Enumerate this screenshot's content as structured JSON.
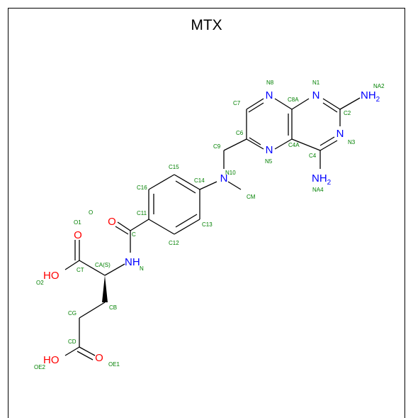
{
  "title": "MTX",
  "colors": {
    "nitrogen": "#0000ff",
    "oxygen": "#ff0000",
    "carbon_bond": "#000000",
    "atom_label": "#008000"
  },
  "atoms": [
    {
      "symbol": "N",
      "label": "N8"
    },
    {
      "symbol": "N",
      "label": "N1"
    },
    {
      "symbol": "NH2",
      "label": "NA2"
    },
    {
      "symbol": "",
      "label": "C7"
    },
    {
      "symbol": "",
      "label": "C8A"
    },
    {
      "symbol": "",
      "label": "C2"
    },
    {
      "symbol": "",
      "label": "C6"
    },
    {
      "symbol": "N",
      "label": "N3"
    },
    {
      "symbol": "",
      "label": "C9"
    },
    {
      "symbol": "N",
      "label": "N5"
    },
    {
      "symbol": "",
      "label": "C4A"
    },
    {
      "symbol": "",
      "label": "C4"
    },
    {
      "symbol": "",
      "label": "C15"
    },
    {
      "symbol": "N",
      "label": "N10"
    },
    {
      "symbol": "NH2",
      "label": "NA4"
    },
    {
      "symbol": "",
      "label": "C16"
    },
    {
      "symbol": "",
      "label": "C14"
    },
    {
      "symbol": "",
      "label": "CM"
    },
    {
      "symbol": "O",
      "label": "O"
    },
    {
      "symbol": "",
      "label": "C11"
    },
    {
      "symbol": "",
      "label": "C13"
    },
    {
      "symbol": "",
      "label": "C"
    },
    {
      "symbol": "",
      "label": "C12"
    },
    {
      "symbol": "O",
      "label": "O1"
    },
    {
      "symbol": "NH",
      "label": "N"
    },
    {
      "symbol": "",
      "label": "CA(S)"
    },
    {
      "symbol": "HO",
      "label": "O2"
    },
    {
      "symbol": "",
      "label": "CT"
    },
    {
      "symbol": "",
      "label": "CB"
    },
    {
      "symbol": "",
      "label": "CG"
    },
    {
      "symbol": "",
      "label": "CD"
    },
    {
      "symbol": "HO",
      "label": "OE2"
    },
    {
      "symbol": "O",
      "label": "OE1"
    }
  ]
}
